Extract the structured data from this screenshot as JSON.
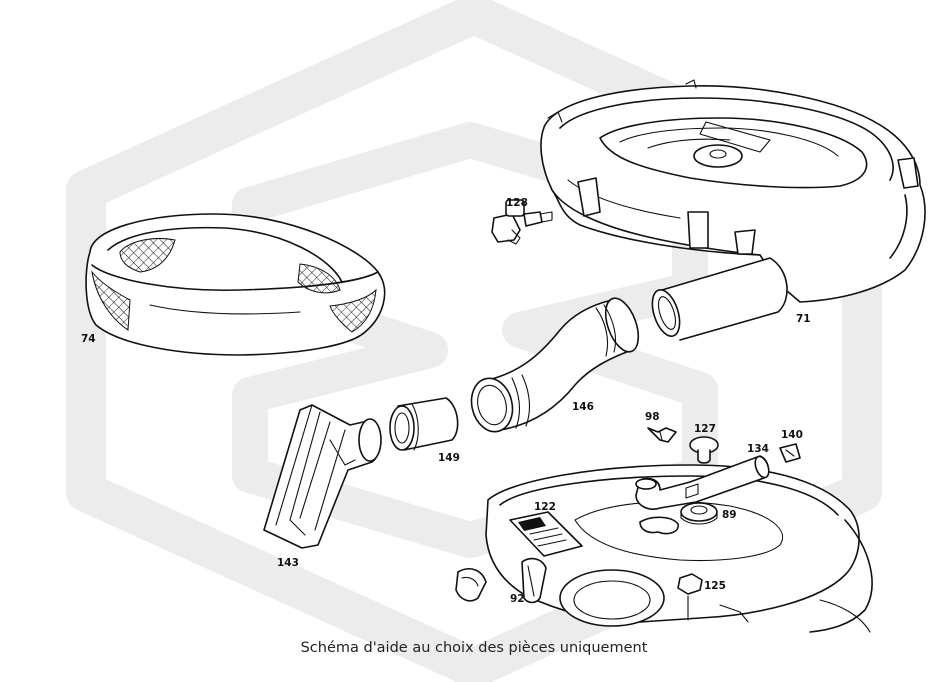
{
  "caption": "Schéma d'aide au choix des pièces uniquement",
  "colors": {
    "watermark": "#eeeeee",
    "line": "#111111",
    "background": "#ffffff"
  },
  "watermark": {
    "icon": "brand-logo-watermark"
  },
  "parts": [
    {
      "id": "p71",
      "label": "71"
    },
    {
      "id": "p74",
      "label": "74"
    },
    {
      "id": "p89",
      "label": "89"
    },
    {
      "id": "p92",
      "label": "92"
    },
    {
      "id": "p98",
      "label": "98"
    },
    {
      "id": "p122",
      "label": "122"
    },
    {
      "id": "p125",
      "label": "125"
    },
    {
      "id": "p127",
      "label": "127"
    },
    {
      "id": "p128",
      "label": "128"
    },
    {
      "id": "p134",
      "label": "134"
    },
    {
      "id": "p140",
      "label": "140"
    },
    {
      "id": "p143",
      "label": "143"
    },
    {
      "id": "p146",
      "label": "146"
    },
    {
      "id": "p149",
      "label": "149"
    }
  ]
}
